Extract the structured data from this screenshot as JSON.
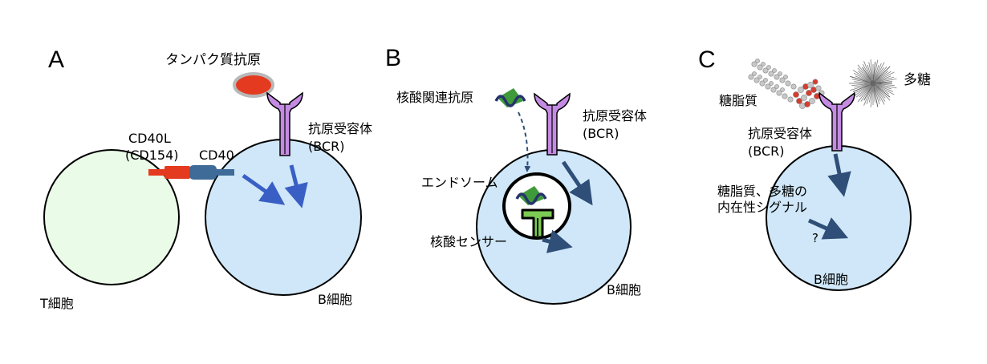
{
  "colors": {
    "t_cell_fill": "#eafbe8",
    "b_cell_fill": "#cfe7f8",
    "receptor": "#c48be2",
    "arrow": "#3a5fc4",
    "arrow_dark": "#2f4e78",
    "cd40l": "#e43a1f",
    "cd40": "#3e6b97",
    "antigen_fill": "#e43a1f",
    "antigen_ring": "#b8b8b8",
    "nucleic_green": "#3f9a3a",
    "nucleic_strand": "#26336b",
    "sensor": "#7ccb55"
  },
  "panelA": {
    "letter": "A",
    "protein_antigen": "タンパク質抗原",
    "cd40l_line1": "CD40L",
    "cd40l_line2": "(CD154)",
    "cd40": "CD40",
    "bcr_line1": "抗原受容体",
    "bcr_line2": "(BCR)",
    "t_cell": "T細胞",
    "b_cell": "B細胞"
  },
  "panelB": {
    "letter": "B",
    "nucleic_antigen": "核酸関連抗原",
    "bcr_line1": "抗原受容体",
    "bcr_line2": "(BCR)",
    "endosome": "エンドソーム",
    "nucleic_sensor": "核酸センサー",
    "b_cell": "B細胞"
  },
  "panelC": {
    "letter": "C",
    "glycolipid": "糖脂質",
    "polysaccharide": "多糖",
    "bcr_line1": "抗原受容体",
    "bcr_line2": "(BCR)",
    "signal_line1": "糖脂質、多糖の",
    "signal_line2": "内在性シグナル",
    "question": "?",
    "b_cell": "B細胞"
  }
}
